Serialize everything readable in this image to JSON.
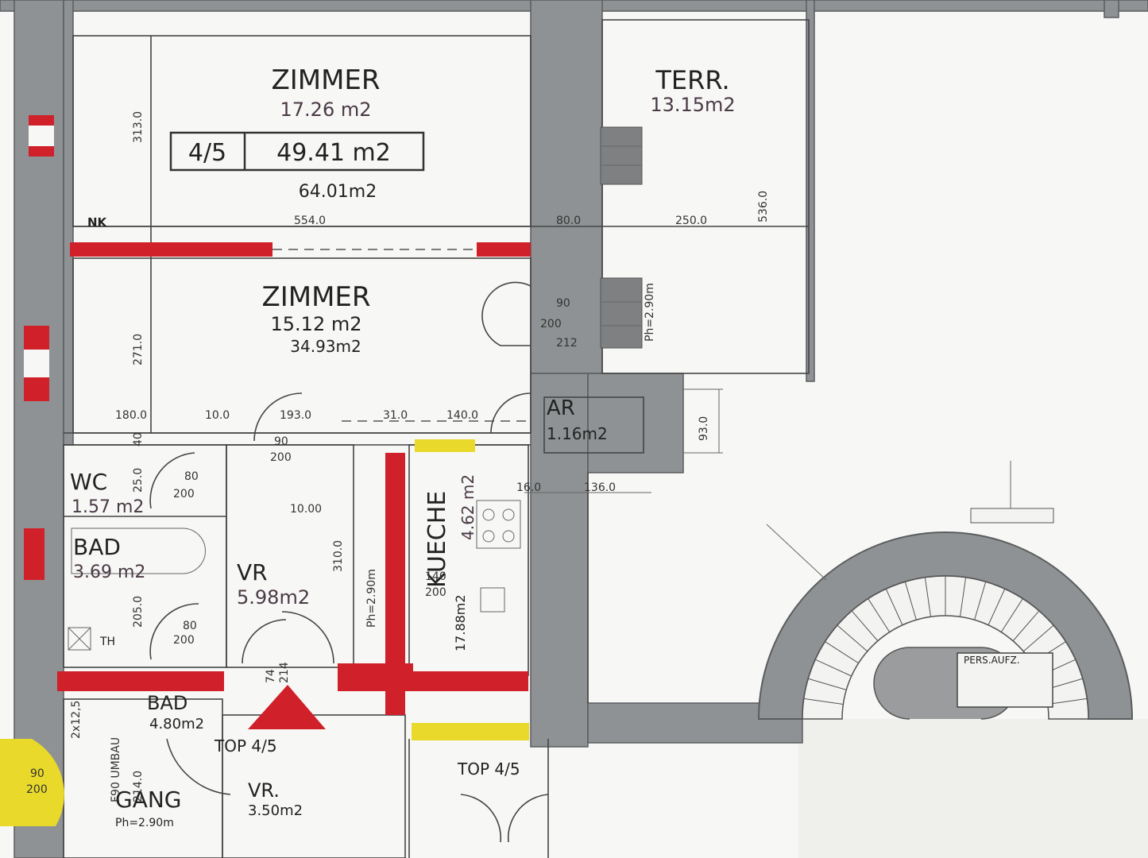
{
  "rooms": {
    "zimmer1": {
      "name": "ZIMMER",
      "area": "17.26 m2"
    },
    "unit_box": {
      "top": "4/5",
      "total": "49.41 m2"
    },
    "zimmer1_volume": "64.01m2",
    "terr": {
      "name": "TERR.",
      "area": "13.15m2"
    },
    "zimmer2": {
      "name": "ZIMMER",
      "area": "15.12 m2",
      "volume": "34.93m2"
    },
    "ar": {
      "name": "AR",
      "area": "1.16m2"
    },
    "wc": {
      "name": "WC",
      "area": "1.57 m2"
    },
    "bad1": {
      "name": "BAD",
      "area": "3.69 m2"
    },
    "vr1": {
      "name": "VR",
      "area": "5.98m2"
    },
    "kueche": {
      "name": "KUECHE",
      "area": "4.62 m2",
      "volume": "17.88m2"
    },
    "bad2": {
      "name": "BAD",
      "area": "4.80m2"
    },
    "gang": {
      "name": "GANG",
      "note": "Ph=2.90m"
    },
    "vr2": {
      "name": "VR.",
      "area": "3.50m2"
    },
    "top_a": "TOP 4/5",
    "top_b": "TOP 4/5",
    "lift": "PERS.AUFZ."
  },
  "labels": {
    "nk": "NK",
    "th": "TH",
    "umbau": "F90 UMBAU",
    "wall_ref": "2x12,5"
  },
  "dimensions": {
    "d554": "554.0",
    "d80": "80.0",
    "d250": "250.0",
    "d536": "536.0",
    "d313": "313.0",
    "d271": "271.0",
    "d180": "180.0",
    "d10": "10.0",
    "d193": "193.0",
    "d31": "31.0",
    "d140": "140.0",
    "d93": "93.0",
    "d16": "16.0",
    "d136": "136.0",
    "d1000": "10.00",
    "d310": "310.0",
    "d205": "205.0",
    "d214": "214.0",
    "d_wc": "25.0",
    "d_mid": "40",
    "ph_terr": "Ph=2.90m",
    "ph_vr": "Ph=2.90m",
    "door_ter": [
      "90",
      "200",
      "212"
    ],
    "door_wc": [
      "80",
      "200"
    ],
    "door_bad": [
      "80",
      "200"
    ],
    "door_zim": [
      "90",
      "200"
    ],
    "door_kue": [
      "140",
      "200"
    ],
    "door_gang": [
      "90",
      "200"
    ],
    "vr_small": [
      "74",
      "214"
    ]
  },
  "colors": {
    "wall": "#8f9294",
    "red_wall": "#d0202a",
    "yellow": "#e8d92a",
    "area_text": "#4a3a46"
  }
}
